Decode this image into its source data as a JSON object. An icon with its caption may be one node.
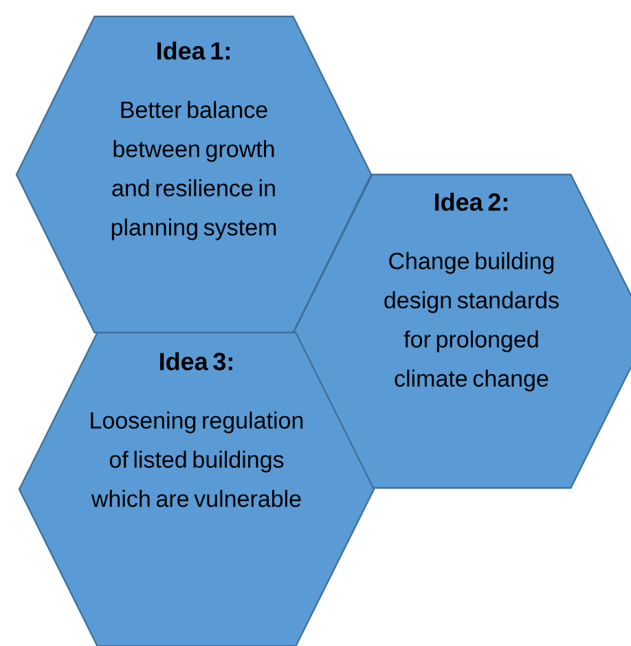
{
  "diagram": {
    "nodes": [
      {
        "text": [
          "Idea 1:",
          "Better balance between growth and resilience in planning system"
        ]
      },
      {
        "text": [
          "Idea 2:",
          "Change building design standards for prolonged climate change"
        ]
      },
      {
        "text": [
          "Idea 3:",
          "Loosening regulation of listed buildings which are vulnerable"
        ]
      }
    ]
  }
}
